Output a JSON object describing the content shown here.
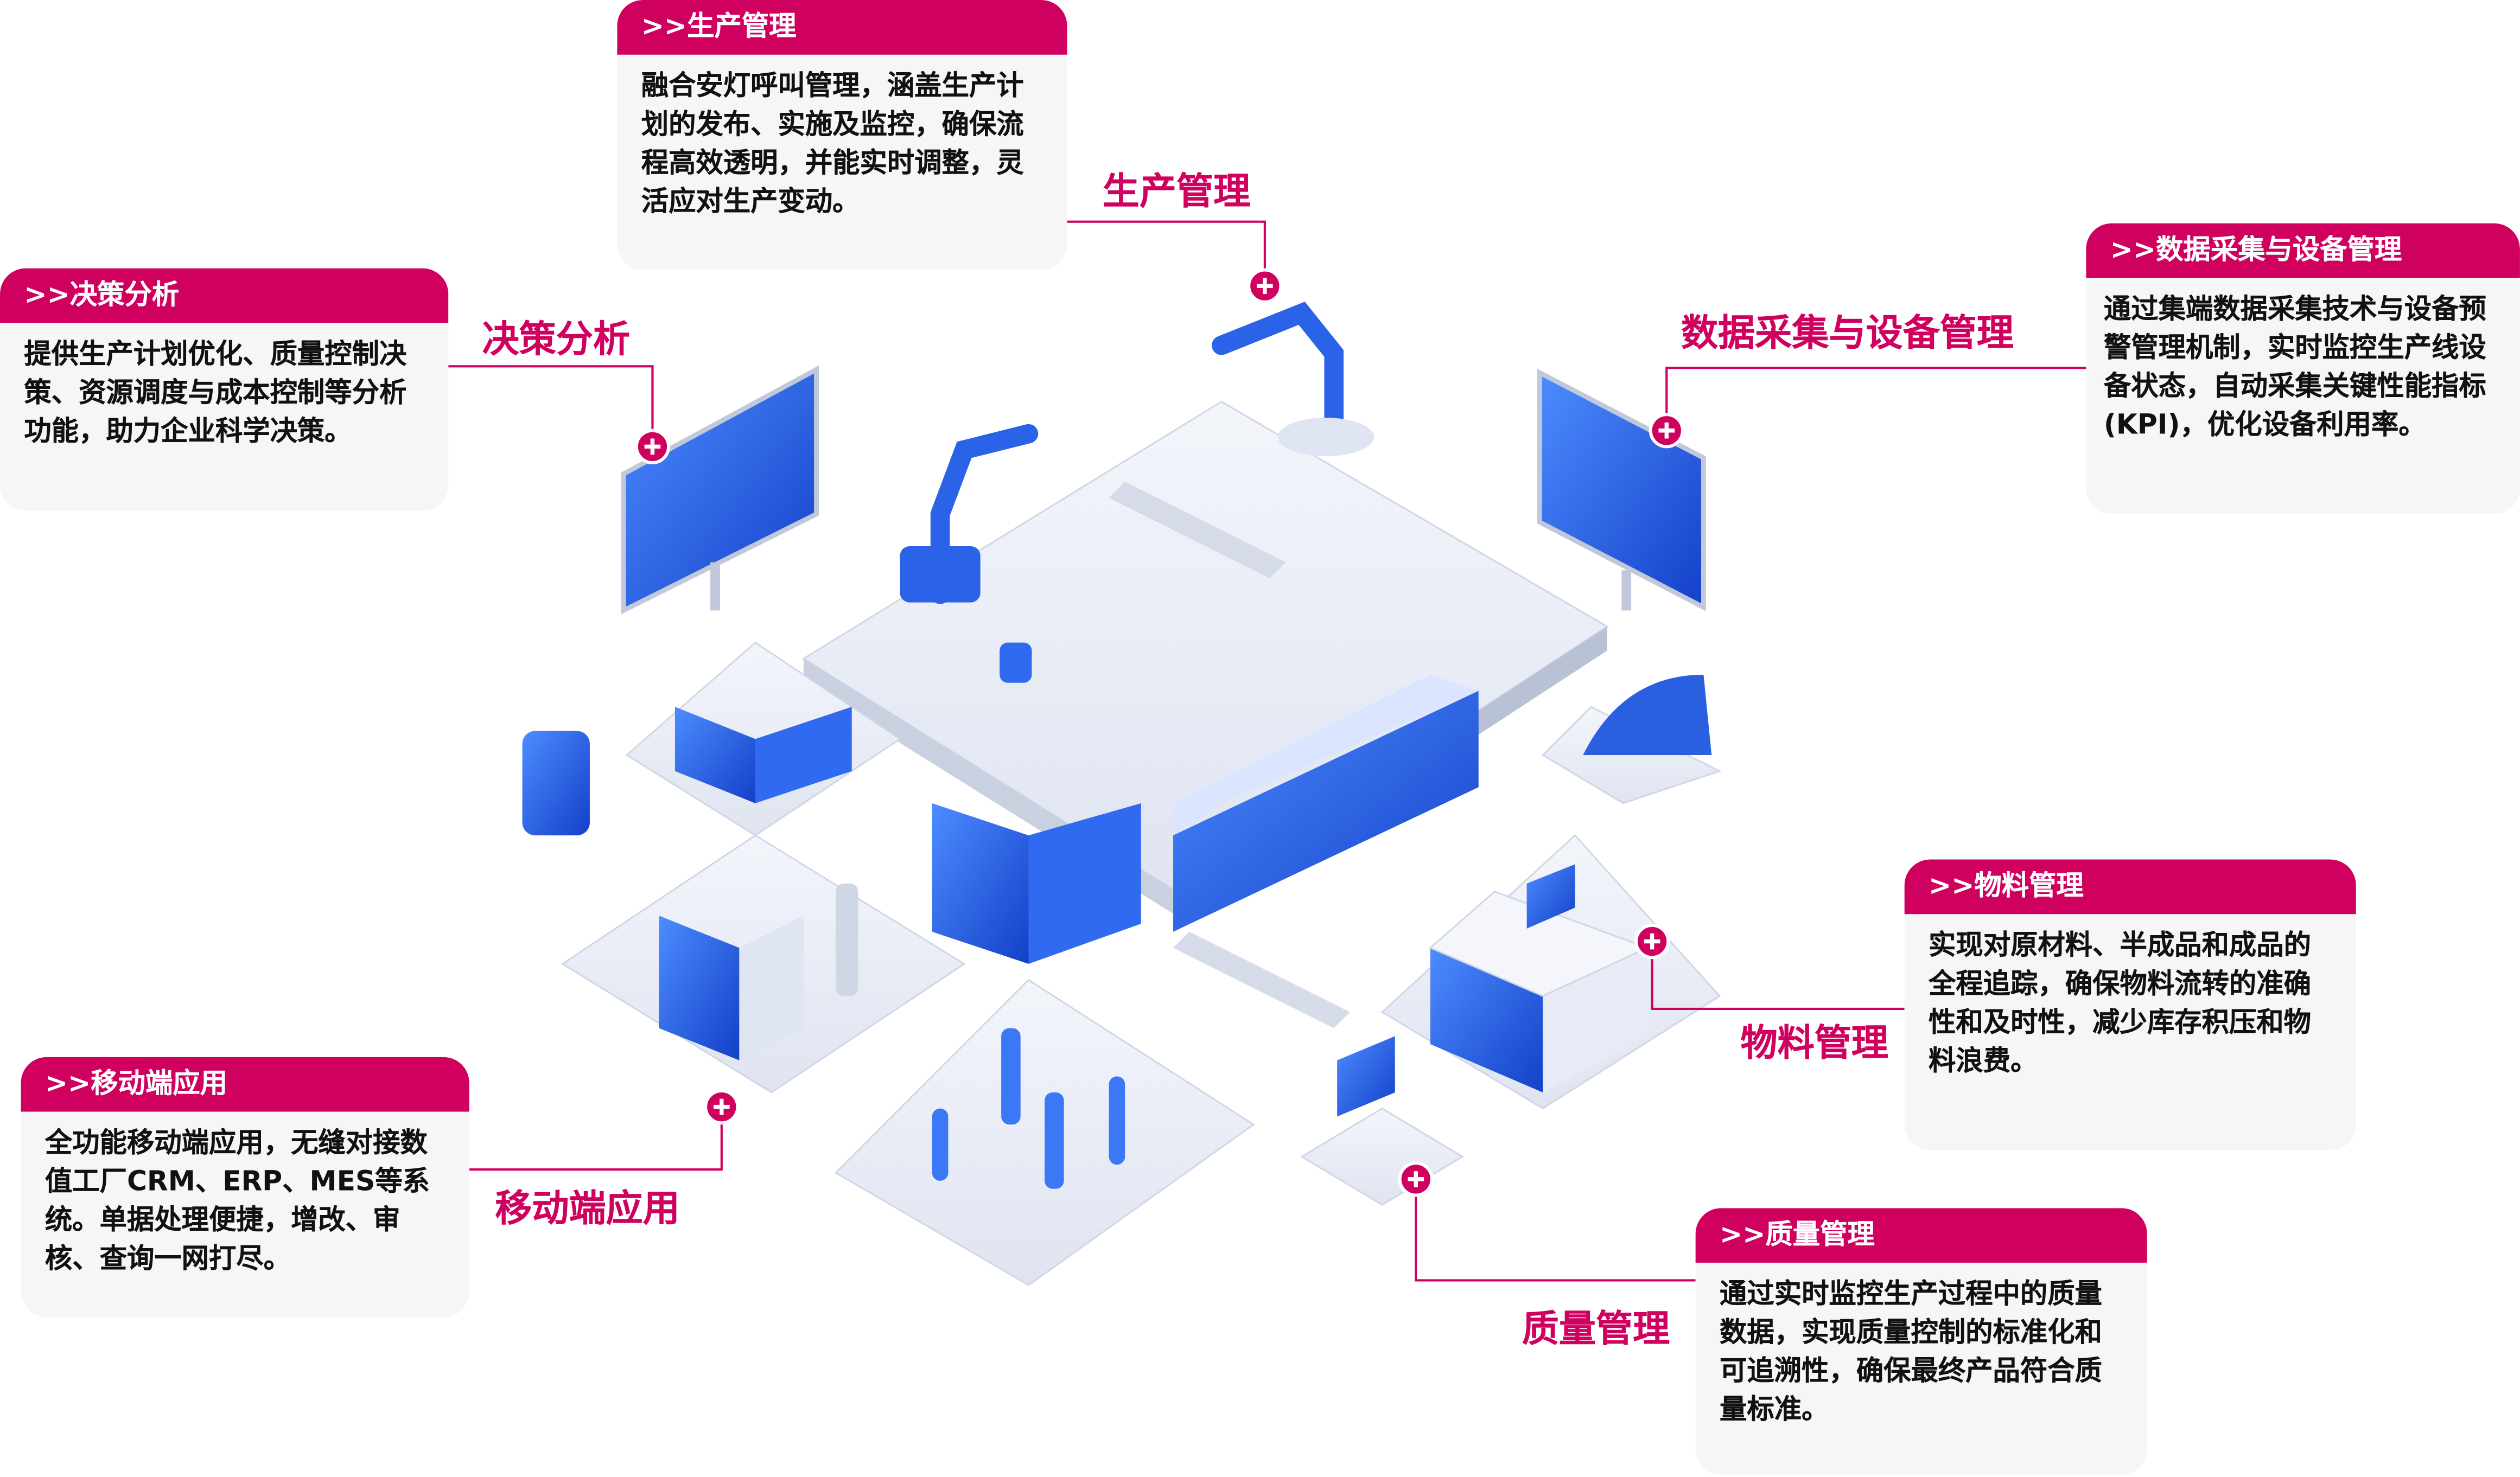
{
  "modules": [
    {
      "id": "production",
      "header": ">>生产管理",
      "label": "生产管理",
      "body": "融合安灯呼叫管理，涵盖生产计划的发布、实施及监控，确保流程高效透明，并能实时调整，灵活应对生产变动。"
    },
    {
      "id": "decision",
      "header": ">>决策分析",
      "label": "决策分析",
      "body": "提供生产计划优化、质量控制决策、资源调度与成本控制等分析功能，助力企业科学决策。"
    },
    {
      "id": "data",
      "header": ">>数据采集与设备管理",
      "label": "数据采集与设备管理",
      "body": "通过集端数据采集技术与设备预警管理机制，实时监控生产线设备状态，自动采集关键性能指标(KPI)，优化设备利用率。"
    },
    {
      "id": "material",
      "header": ">>物料管理",
      "label": "物料管理",
      "body": "实现对原材料、半成品和成品的全程追踪，确保物料流转的准确性和及时性，减少库存积压和物料浪费。"
    },
    {
      "id": "mobile",
      "header": ">>移动端应用",
      "label": "移动端应用",
      "body": "全功能移动端应用，无缝对接数值工厂CRM、ERP、MES等系统。单据处理便捷，增改、审核、查询一网打尽。"
    },
    {
      "id": "quality",
      "header": ">>质量管理",
      "label": "质量管理",
      "body": "通过实时监控生产过程中的质量数据，实现质量控制的标准化和可追溯性，确保最终产品符合质量标准。"
    }
  ],
  "colors": {
    "accent": "#d0005f",
    "card_bg": "#f6f6f6",
    "factory_blue": "#1f5fe0"
  }
}
